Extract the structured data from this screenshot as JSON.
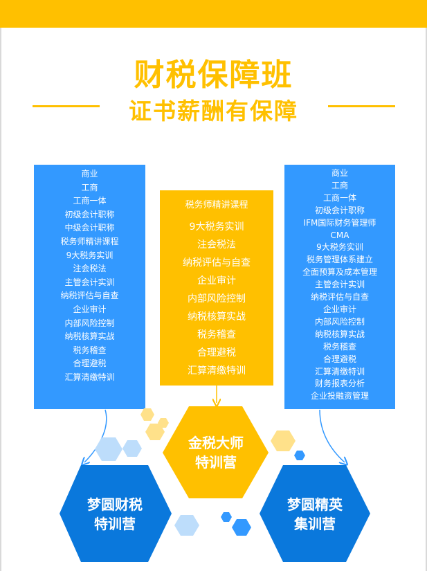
{
  "title": "财税保障班",
  "subtitle": "证书薪酬有保障",
  "left_column": {
    "items": [
      "商业",
      "工商",
      "工商一体",
      "初级会计职称",
      "中级会计职称",
      "税务师精讲课程",
      "9大税务实训",
      "注会税法",
      "主管会计实训",
      "纳税评估与自查",
      "企业审计",
      "内部风险控制",
      "纳税核算实战",
      "税务稽查",
      "合理避税",
      "汇算清缴特训"
    ]
  },
  "middle_column": {
    "heading": "税务师精讲课程",
    "items": [
      "9大税务实训",
      "注会税法",
      "纳税评估与自查",
      "企业审计",
      "内部风险控制",
      "纳税核算实战",
      "税务稽查",
      "合理避税",
      "汇算清缴特训"
    ]
  },
  "right_column": {
    "items": [
      "商业",
      "工商",
      "工商一体",
      "初级会计职称",
      "IFM国际财务管理师",
      "CMA",
      "9大税务实训",
      "税务管理体系建立",
      "全面预算及成本管理",
      "主管会计实训",
      "纳税评估与自查",
      "企业审计",
      "内部风险控制",
      "纳税核算实战",
      "税务稽查",
      "合理避税",
      "汇算清缴特训",
      "财务报表分析",
      "企业投融资管理"
    ]
  },
  "hexagons": {
    "center": {
      "line1": "金税大师",
      "line2": "特训营"
    },
    "left": {
      "line1": "梦圆财税",
      "line2": "特训营"
    },
    "right": {
      "line1": "梦圆精英",
      "line2": "集训营"
    }
  },
  "colors": {
    "accent_yellow": "#FFC000",
    "primary_blue": "#3399FF",
    "hex_blue": "#0A78DC",
    "light_blue": "#BDDDFB",
    "light_yellow": "#FFE18A"
  }
}
